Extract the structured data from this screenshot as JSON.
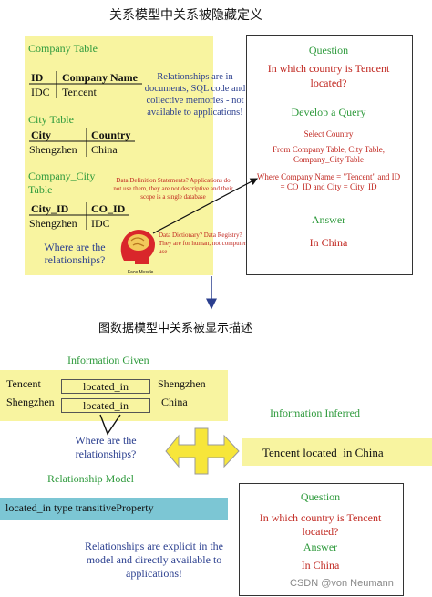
{
  "top_title": "关系模型中关系被隐藏定义",
  "mid_title": "图数据模型中关系被显示描述",
  "company_table": {
    "title": "Company Table",
    "headers": [
      "ID",
      "Company Name"
    ],
    "row": [
      "IDC",
      "Tencent"
    ]
  },
  "city_table": {
    "title": "City Table",
    "headers": [
      "City",
      "Country"
    ],
    "row": [
      "Shengzhen",
      "China"
    ]
  },
  "company_city_table": {
    "title_line1": "Company_City",
    "title_line2": "Table",
    "headers": [
      "City_ID",
      "CO_ID"
    ],
    "row": [
      "Shengzhen",
      "IDC"
    ]
  },
  "relationships_note": "Relationships are in documents, SQL code and collective memories - not available to applications!",
  "where_relationships_1": "Where are the relationships?",
  "dd_statements_note": "Data Definition Statements? Applications do not use them, they are not descriptive and their scope is a single database",
  "dd_registry_note": "Data Dictionary? Data Registry? They are for human, not computer use",
  "brain_caption": "Face Muscle",
  "question_box_1": {
    "question_label": "Question",
    "question_text": "In which country is Tencent located?",
    "develop_label": "Develop a Query",
    "select_line": "Select Country",
    "from_line": "From Company Table, City Table, Company_City Table",
    "where_line": "Where Company Name = \"Tencent\" and ID = CO_ID and City = City_ID",
    "answer_label": "Answer",
    "answer_text": "In China"
  },
  "information_given": {
    "title": "Information  Given",
    "left_1": "Tencent",
    "left_2": "Shengzhen",
    "rel_1": "located_in",
    "rel_2": "located_in",
    "right_1": "Shengzhen",
    "right_2": "China"
  },
  "where_relationships_2": "Where are the relationships?",
  "relationship_model_label": "Relationship  Model",
  "information_inferred_label": "Information  Inferred",
  "inferred_fact": "Tencent located_in China",
  "transitive_label": "located_in type transitiveProperty",
  "relationships_explicit": "Relationships are explicit in the model and directly available to applications!",
  "question_box_2": {
    "question_label": "Question",
    "question_text": "In which country is Tencent located?",
    "answer_label": "Answer",
    "answer_text": "In China"
  },
  "watermark": "CSDN @von  Neumann",
  "colors": {
    "green": "#2e9a3c",
    "red": "#c0261f",
    "blue": "#2b3f8f",
    "yellow": "#f8f4a0",
    "teal": "#7cc6d4",
    "arrow_yellow": "#f7e63a"
  }
}
